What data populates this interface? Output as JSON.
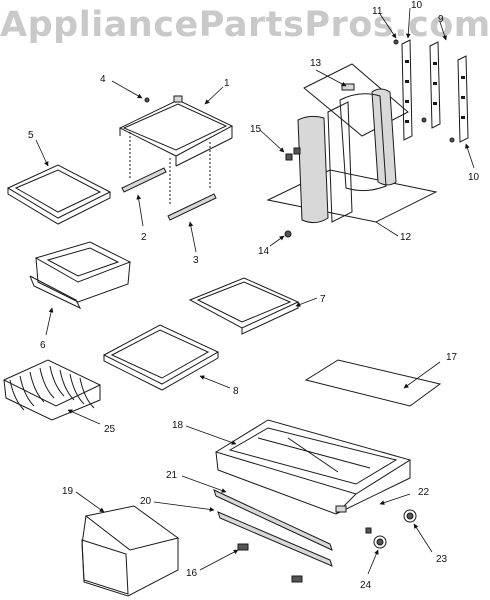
{
  "watermark": "AppliancePartsPros.com",
  "callouts": [
    "1",
    "2",
    "3",
    "4",
    "5",
    "6",
    "7",
    "8",
    "9",
    "10",
    "10",
    "11",
    "12",
    "13",
    "14",
    "15",
    "16",
    "17",
    "18",
    "19",
    "20",
    "21",
    "22",
    "23",
    "24",
    "25"
  ]
}
